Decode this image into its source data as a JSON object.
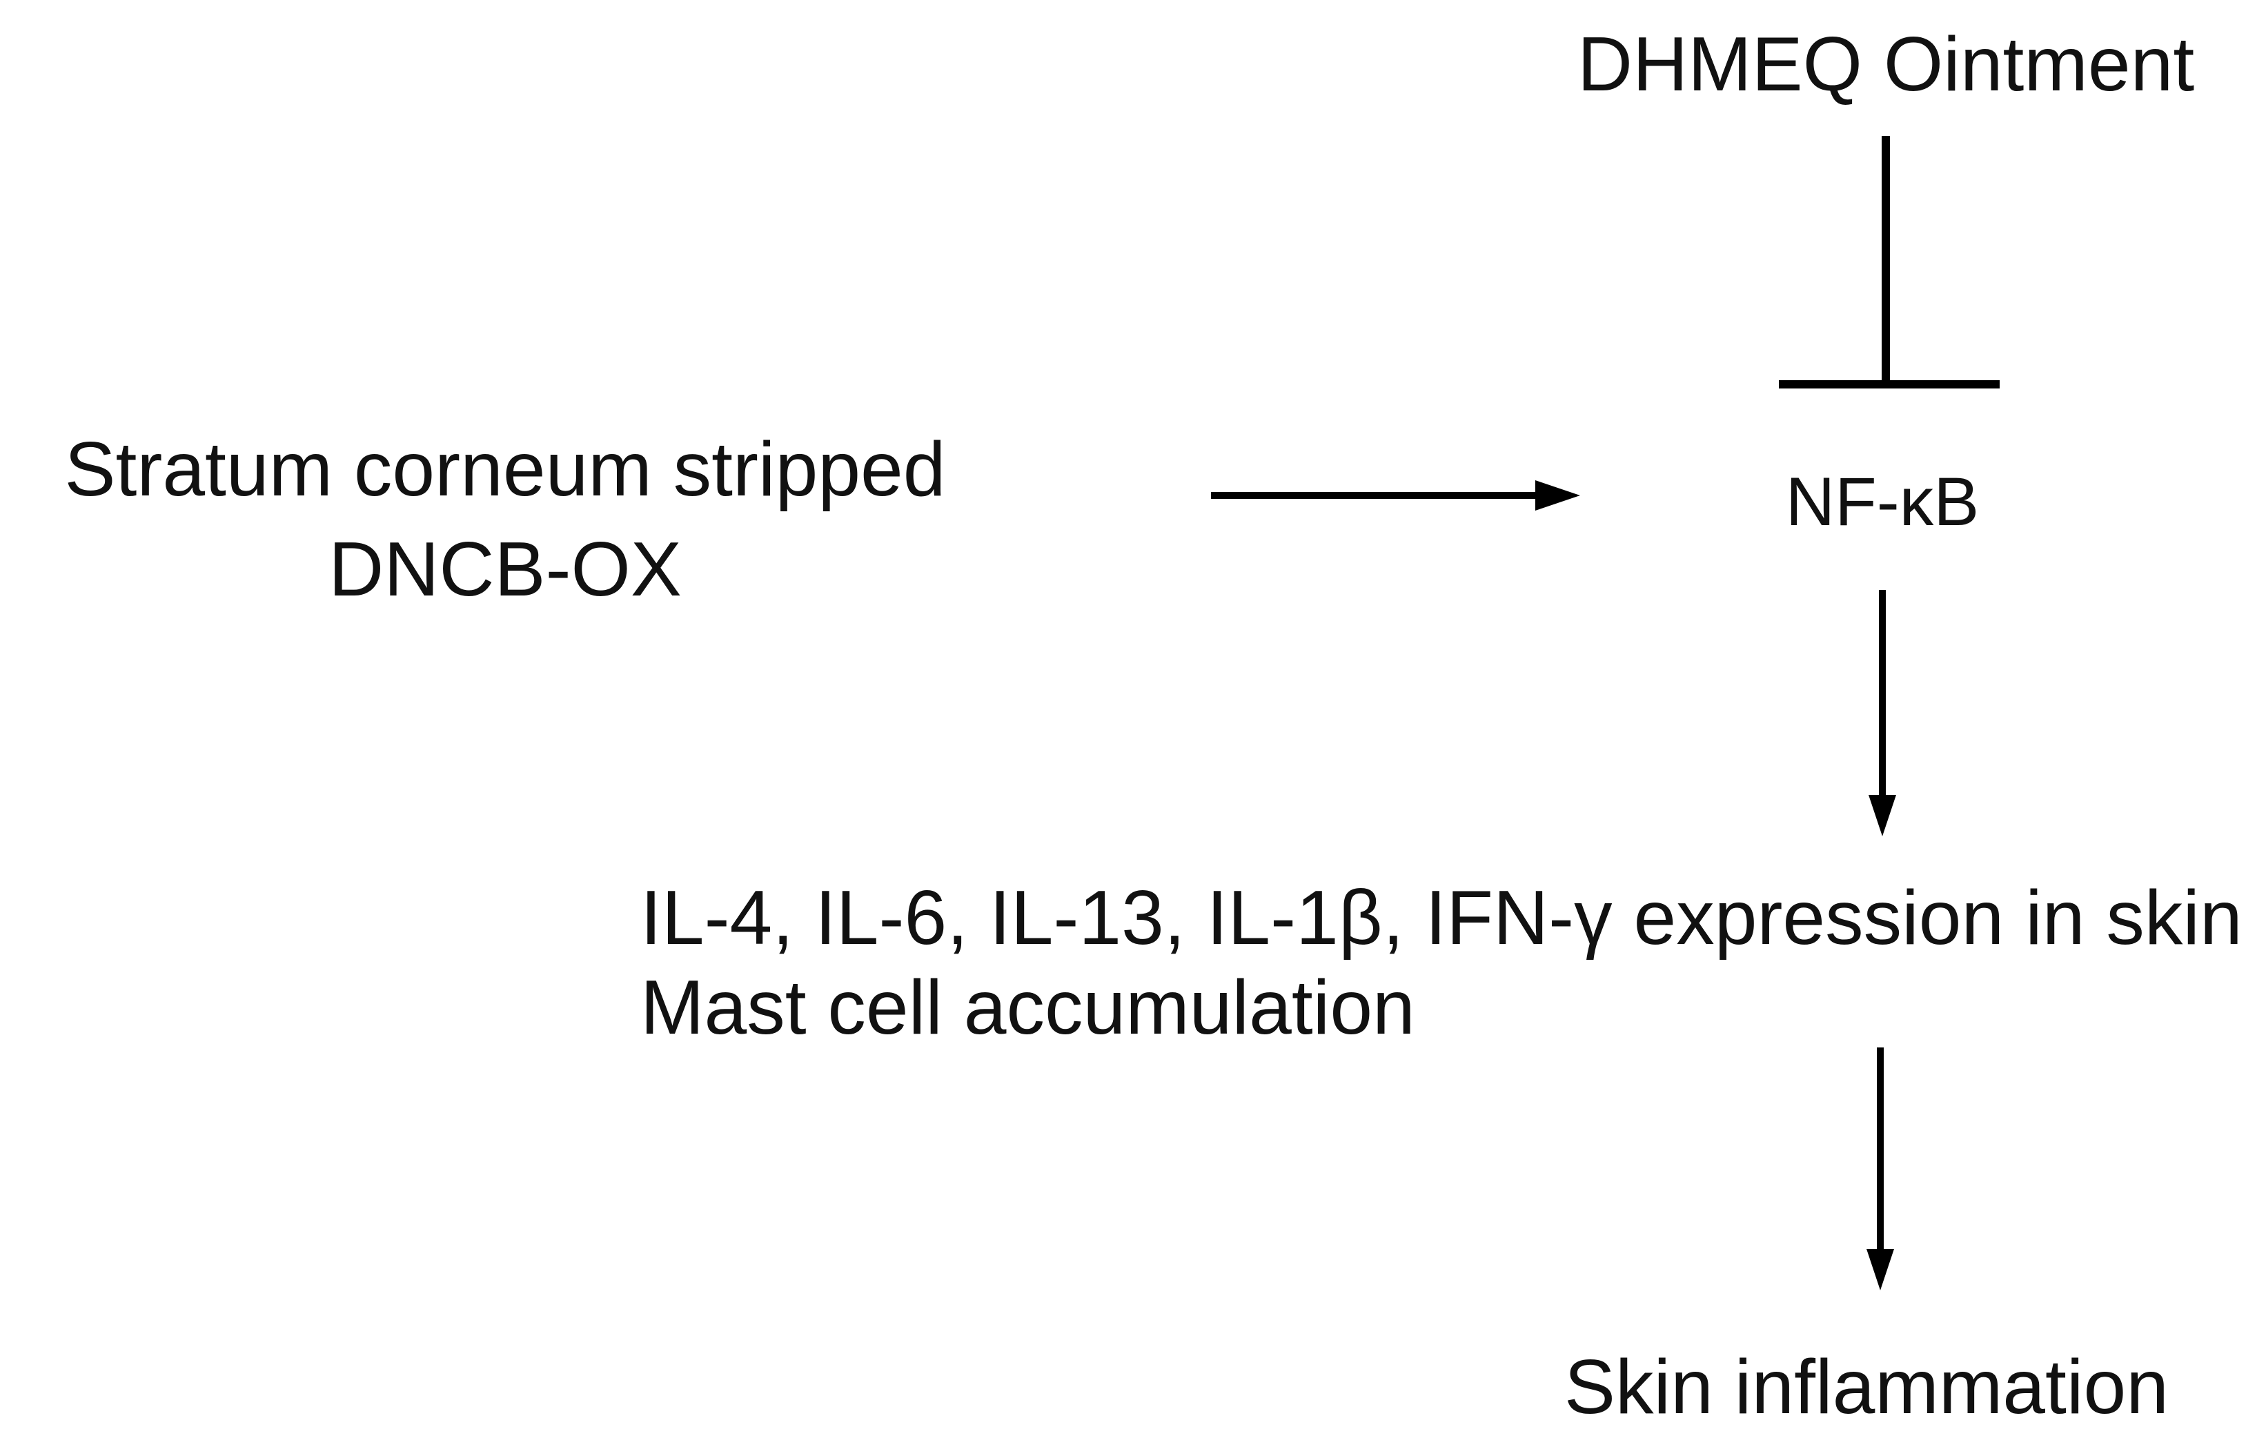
{
  "diagram": {
    "inhibitor": "DHMEQ Ointment",
    "stimulus": {
      "line1": "Stratum corneum stripped",
      "line2": "DNCB-OX"
    },
    "target": "NF-κB",
    "effects": {
      "line1": "IL-4, IL-6, IL-13, IL-1β, IFN-γ expression in skin",
      "line2": "Mast cell accumulation"
    },
    "outcome": "Skin inflammation"
  },
  "colors": {
    "line": "#000000",
    "text": "#111111",
    "background": "#ffffff"
  }
}
